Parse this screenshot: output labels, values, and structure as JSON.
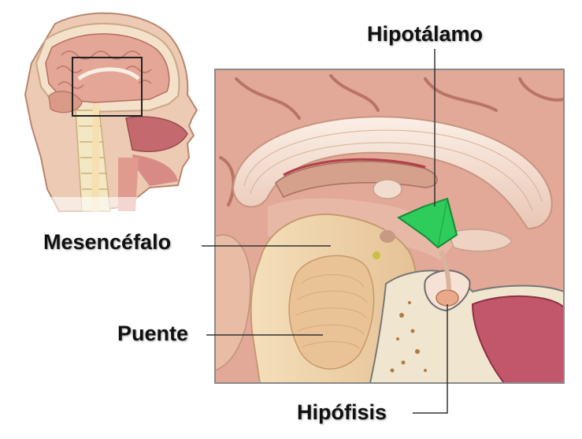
{
  "labels": {
    "hypothalamus": "Hipotálamo",
    "midbrain": "Mesencéfalo",
    "pons": "Puente",
    "pituitary": "Hipófisis"
  },
  "colors": {
    "hypothalamus_highlight": "#2ecc5a",
    "tissue": "#e8b3a0",
    "brain_stem": "#f0d6b0",
    "leader_line": "#333333"
  }
}
